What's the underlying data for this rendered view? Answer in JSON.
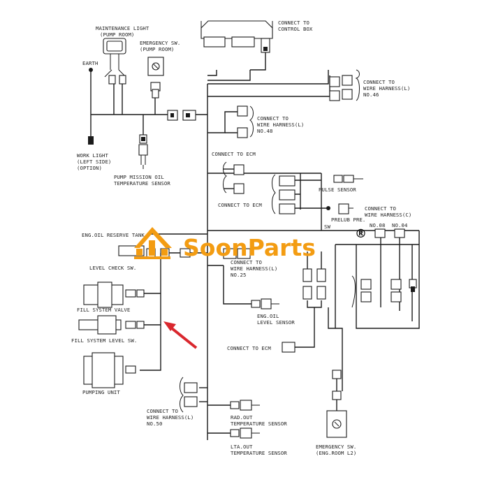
{
  "labels": {
    "maintenance_light": [
      "MAINTENANCE LIGHT",
      "(PUMP ROOM)"
    ],
    "emergency_sw_pump": [
      "EMERGENCY SW.",
      "(PUMP ROOM)"
    ],
    "connect_control_box": [
      "CONNECT TO",
      "CONTROL BOX"
    ],
    "earth": "EARTH",
    "wh_l_46": [
      "CONNECT TO",
      "WIRE HARNESS(L)",
      "NO.46"
    ],
    "wh_l_48": [
      "CONNECT TO",
      "WIRE HARNESS(L)",
      "NO.48"
    ],
    "work_light": [
      "WORK LIGHT",
      "(LEFT SIDE)",
      "(OPTION)"
    ],
    "pump_mission": [
      "PUMP MISSION OIL",
      "TEMPERATURE SENSOR"
    ],
    "connect_ecm_1": "CONNECT TO ECM",
    "connect_ecm_2": "CONNECT TO ECM",
    "pulse_sensor": "PULSE SENSOR",
    "prelub": [
      "PRELUB PRE.",
      "SW"
    ],
    "wh_c": [
      "CONNECT TO",
      "WIRE HARNESS(C)"
    ],
    "no08": "NO.08",
    "no04": "NO.04",
    "eng_oil_reserve": "ENG.OIL RESERVE TANK",
    "level_check": "LEVEL CHECK SW.",
    "wh_l_25": [
      "CONNECT TO",
      "WIRE HARNESS(L)",
      "NO.25"
    ],
    "fill_valve": "FILL SYSTEM VALVE",
    "fill_level": "FILL SYSTEM LEVEL SW.",
    "eng_oil_level": [
      "ENG.OIL",
      "LEVEL SENSOR"
    ],
    "connect_ecm_3": "CONNECT TO ECM",
    "pumping_unit": "PUMPING UNIT",
    "wh_l_50": [
      "CONNECT TO",
      "WIRE HARNESS(L)",
      "NO.50"
    ],
    "rad_out": [
      "RAD.OUT",
      "TEMPERATURE SENSOR"
    ],
    "lta_out": [
      "LTA.OUT",
      "TEMPERATURE SENSOR"
    ],
    "emergency_sw_eng": [
      "EMERGENCY SW.",
      "(ENG.ROOM L2)"
    ]
  },
  "watermark": {
    "text": "SoonParts",
    "registered": "®",
    "color": "#f39c12"
  },
  "colors": {
    "line": "#1a1a1a",
    "arrow": "#d9272e",
    "watermark": "#f39c12"
  }
}
